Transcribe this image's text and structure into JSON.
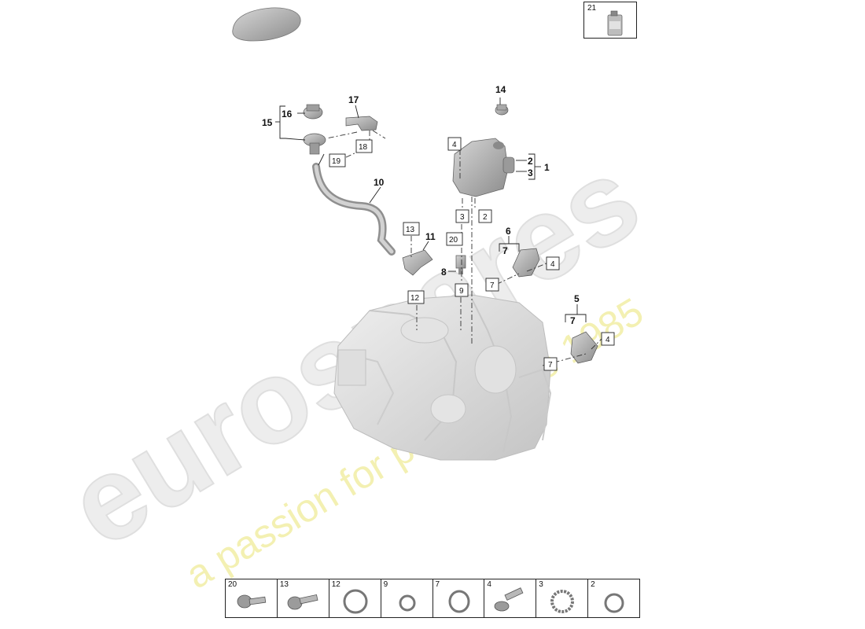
{
  "watermark": {
    "brand": "eurospares",
    "slogan": "a passion for parts since 1985",
    "brand_color": "#e9e9e9",
    "slogan_color": "#f3f0a8"
  },
  "callouts": {
    "n1": "1",
    "n2": "2",
    "n3": "3",
    "n5": "5",
    "n6": "6",
    "n7a": "7",
    "n7b": "7",
    "n8": "8",
    "n10": "10",
    "n11": "11",
    "n14": "14",
    "n15": "15",
    "n16": "16",
    "n17": "17"
  },
  "boxed_refs": {
    "b4a": "4",
    "b3": "3",
    "b2": "2",
    "b13": "13",
    "b20": "20",
    "b9": "9",
    "b7a": "7",
    "b4b": "4",
    "b12": "12",
    "b19": "19",
    "b18": "18",
    "b7b": "7",
    "b4c": "4"
  },
  "oil_box": {
    "label": "21",
    "icon": "oil-bottle-icon"
  },
  "parts_strip": [
    {
      "label": "20",
      "icon": "bolt-icon"
    },
    {
      "label": "13",
      "icon": "bolt-icon"
    },
    {
      "label": "12",
      "icon": "seal-ring-icon"
    },
    {
      "label": "9",
      "icon": "seal-ring-icon"
    },
    {
      "label": "7",
      "icon": "seal-ring-icon"
    },
    {
      "label": "4",
      "icon": "bolt-icon"
    },
    {
      "label": "3",
      "icon": "gasket-ring-icon"
    },
    {
      "label": "2",
      "icon": "seal-ring-icon"
    }
  ]
}
